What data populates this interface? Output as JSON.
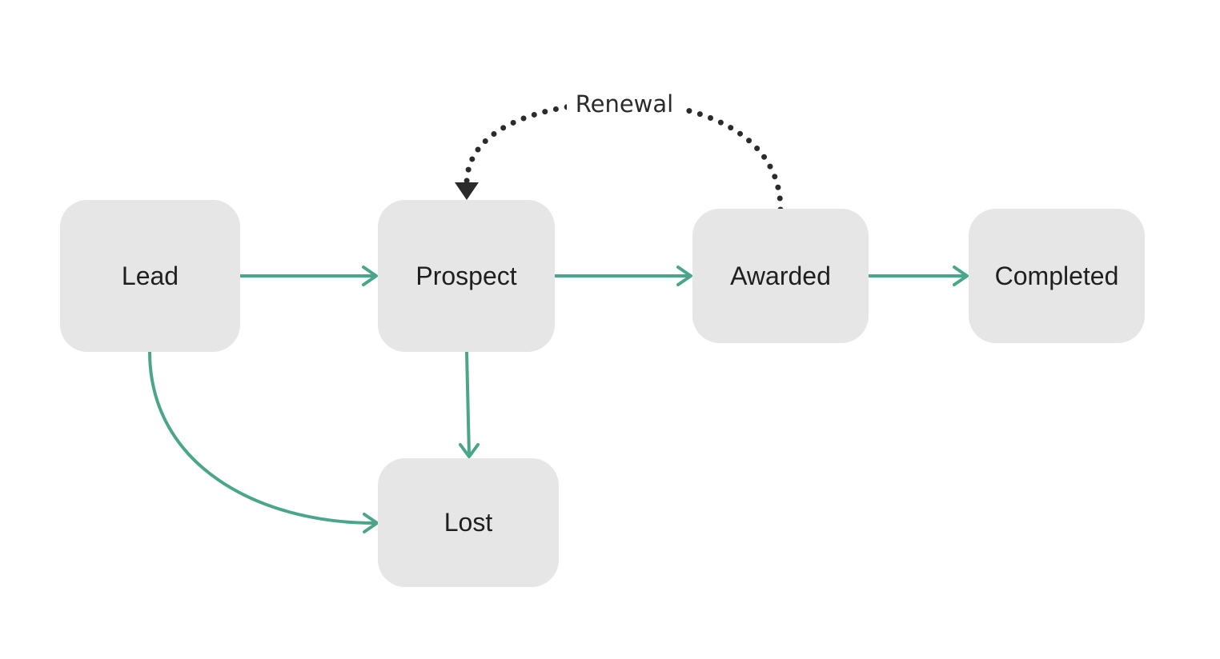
{
  "nodes": {
    "lead": "Lead",
    "prospect": "Prospect",
    "awarded": "Awarded",
    "completed": "Completed",
    "lost": "Lost"
  },
  "edges": [
    {
      "from": "lead",
      "to": "prospect",
      "style": "solid"
    },
    {
      "from": "prospect",
      "to": "awarded",
      "style": "solid"
    },
    {
      "from": "awarded",
      "to": "completed",
      "style": "solid"
    },
    {
      "from": "prospect",
      "to": "lost",
      "style": "solid"
    },
    {
      "from": "lead",
      "to": "lost",
      "style": "solid"
    },
    {
      "from": "awarded",
      "to": "prospect",
      "style": "dotted",
      "label": "Renewal"
    }
  ],
  "colors": {
    "edge": "#4aa68a",
    "dotted_edge": "#2b2b2b",
    "node_fill": "#e6e6e6",
    "node_text": "#1f1f1f"
  }
}
